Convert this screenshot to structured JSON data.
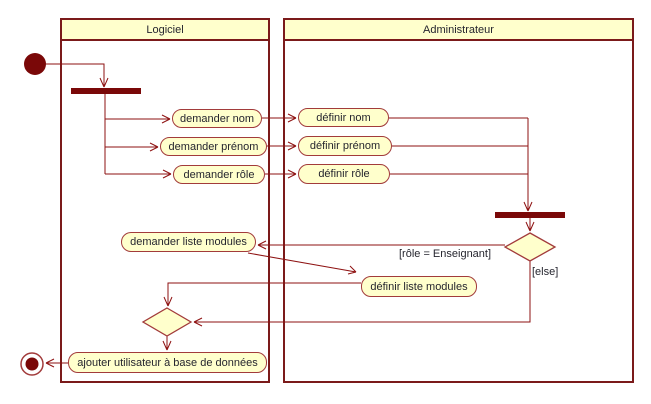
{
  "diagram": {
    "type": "uml-activity-diagram",
    "lanes": [
      {
        "title": "Logiciel"
      },
      {
        "title": "Administrateur"
      }
    ],
    "activities": {
      "demander_nom": "demander nom",
      "demander_prenom": "demander prénom",
      "demander_role": "demander rôle",
      "definir_nom": "définir nom",
      "definir_prenom": "définir prénom",
      "definir_role": "définir rôle",
      "demander_liste_modules": "demander liste modules",
      "definir_liste_modules": "définir liste modules",
      "ajouter_utilisateur": "ajouter utilisateur à base de données"
    },
    "guards": {
      "enseignant": "[rôle = Enseignant]",
      "else": "[else]"
    },
    "colors": {
      "node_fill": "#FFFFCC",
      "node_border": "#A23B3B",
      "edge_line": "#8E1212",
      "solid_node": "#7A0808",
      "lane_border": "#7B1A1A",
      "text": "#25252E",
      "background": "#FFFFFF"
    }
  }
}
